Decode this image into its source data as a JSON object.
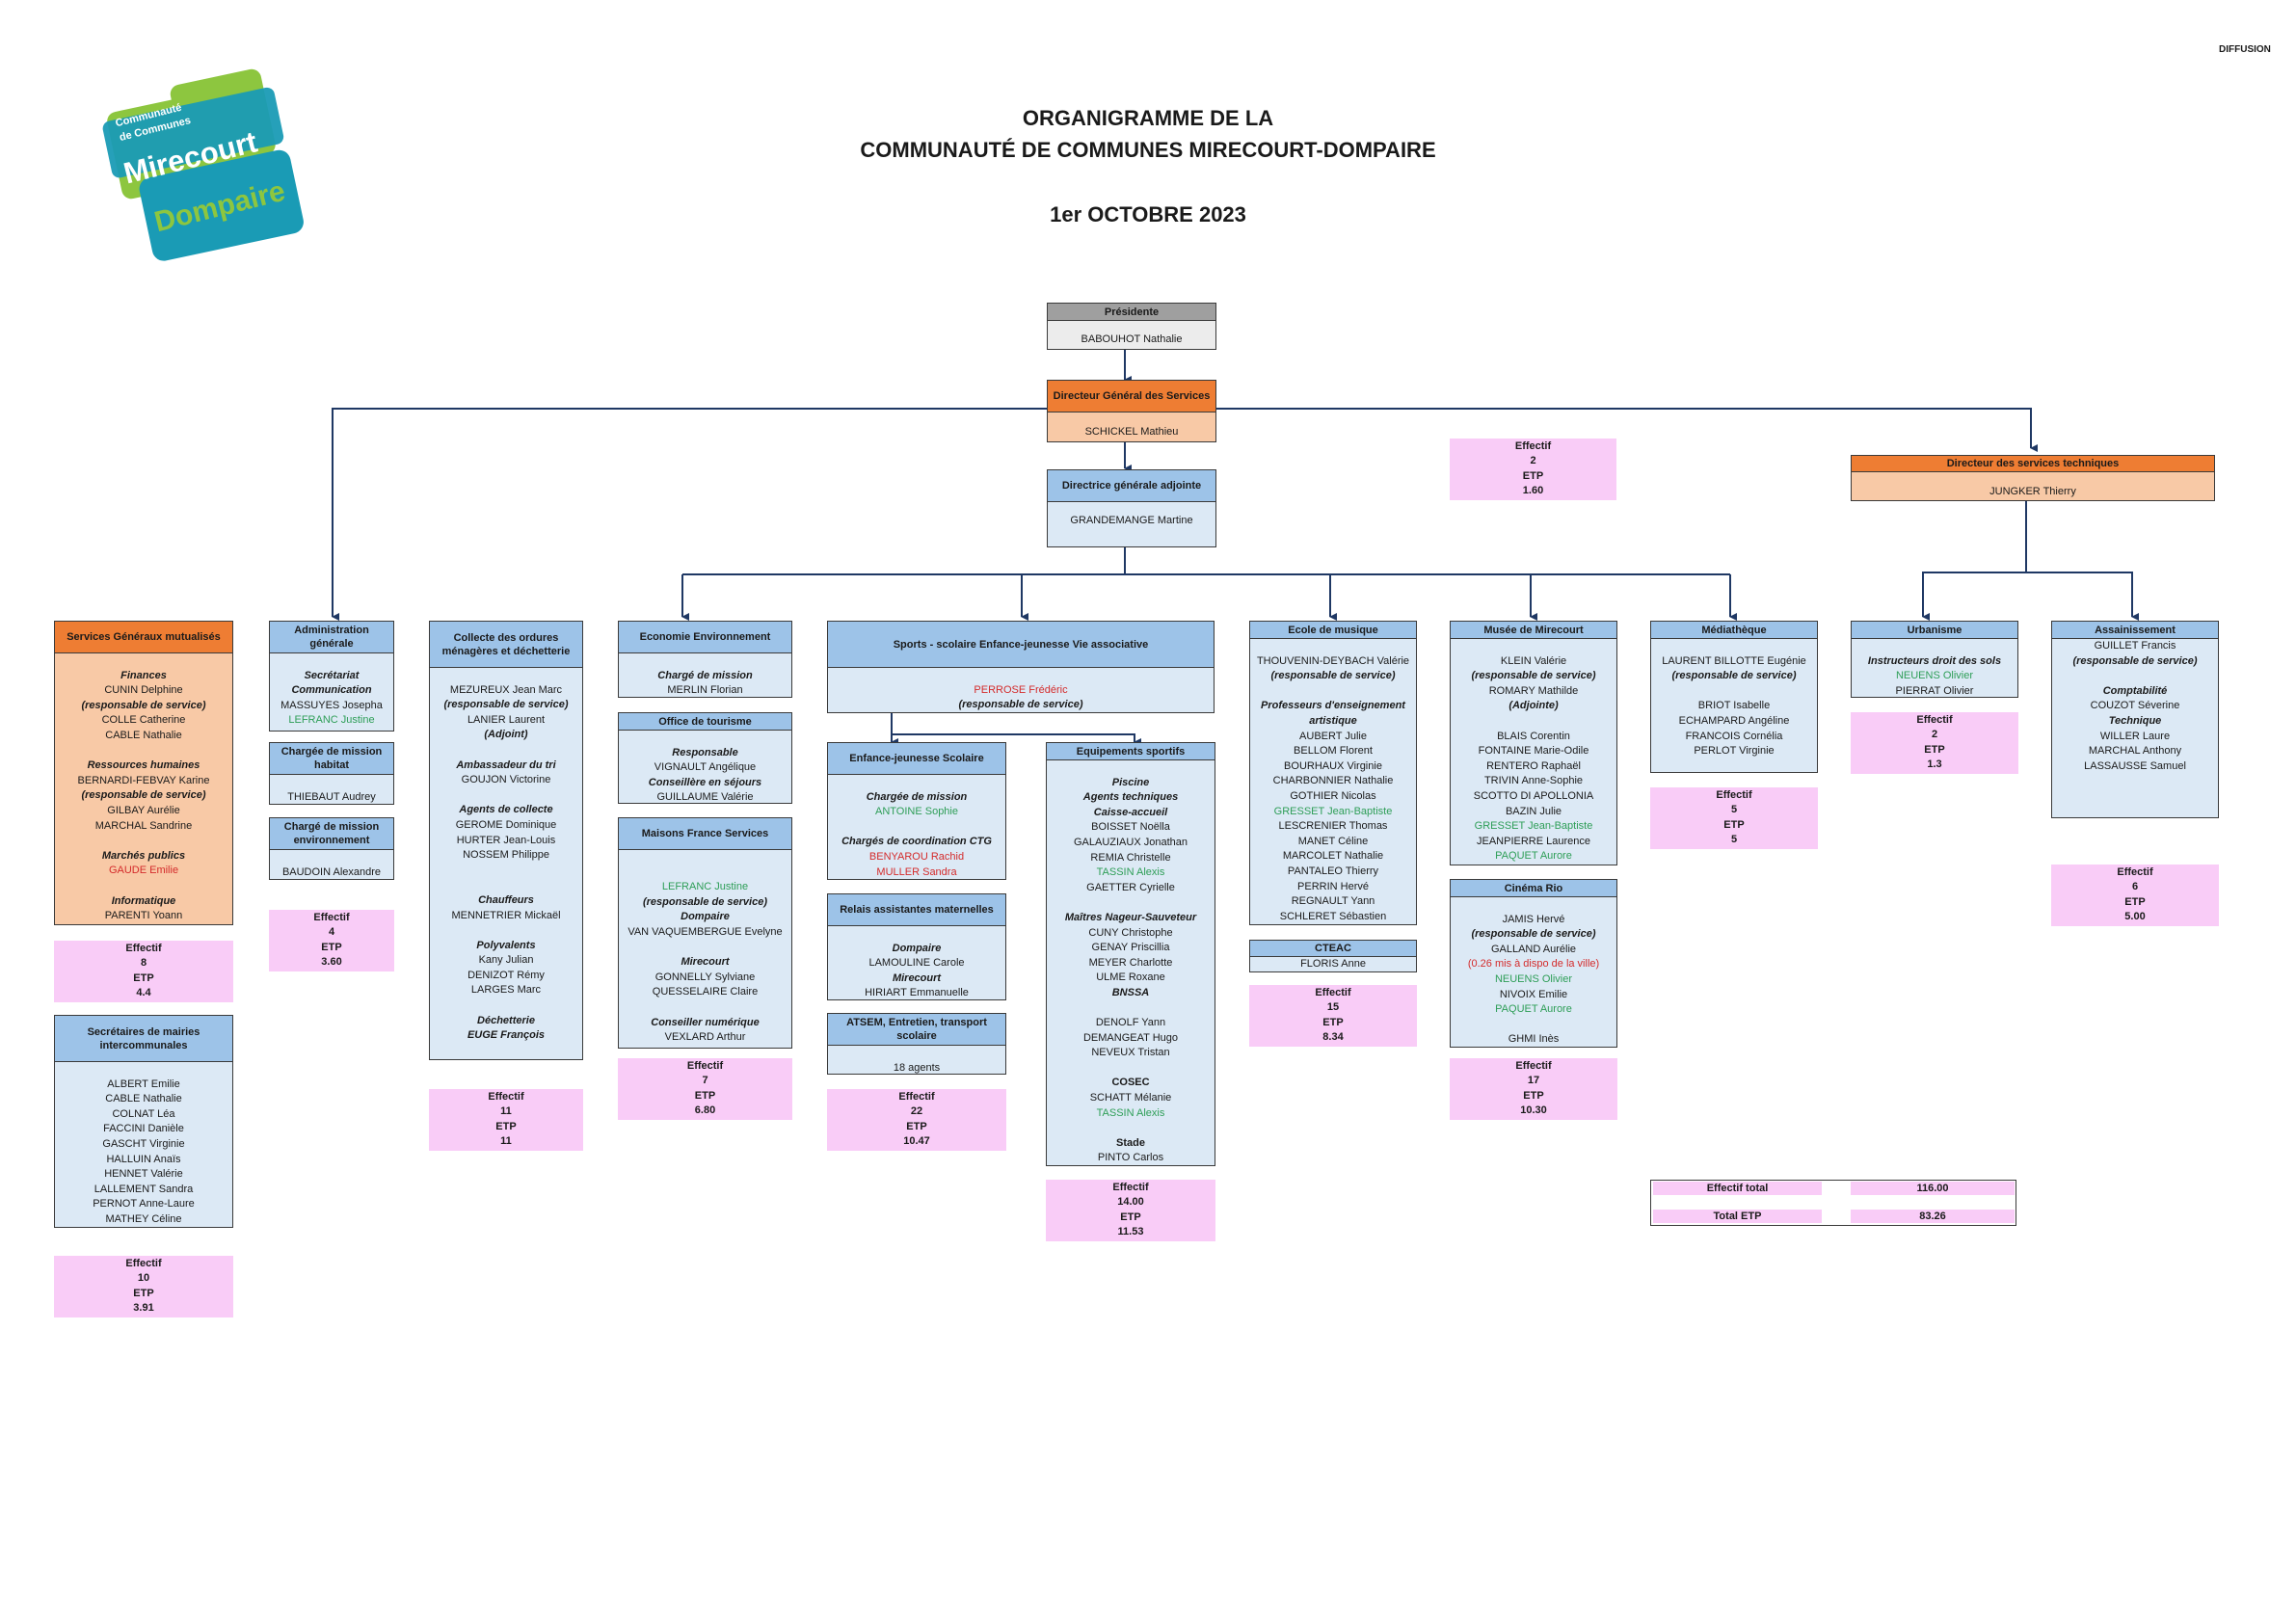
{
  "diffusion": "DIFFUSION",
  "logo": {
    "line1": "Communauté",
    "line2": "de Communes",
    "name1": "Mirecourt",
    "name2": "Dompaire",
    "color_green": "#8dc63f",
    "color_teal": "#1a9bb5"
  },
  "title": {
    "line1": "ORGANIGRAMME DE LA",
    "line2": "COMMUNAUTÉ DE COMMUNES MIRECOURT-DOMPAIRE",
    "date": "1er OCTOBRE 2023"
  },
  "presidente": {
    "title": "Présidente",
    "name": "BABOUHOT Nathalie"
  },
  "dgs": {
    "title": "Directeur Général des Services",
    "name": "SCHICKEL Mathieu"
  },
  "dga": {
    "title": "Directrice générale adjointe",
    "name": "GRANDEMANGE Martine"
  },
  "dga_effectif": {
    "l1": "Effectif",
    "l2": "2",
    "l3": "ETP",
    "l4": "1.60"
  },
  "dst": {
    "title": "Directeur des services techniques",
    "name": "JUNGKER Thierry"
  },
  "sg": {
    "title": "Services Généraux mutualisés",
    "lines": [
      "",
      "Finances",
      "CUNIN Delphine",
      "(responsable de service)",
      "COLLE Catherine",
      "CABLE Nathalie",
      "",
      "Ressources humaines",
      "BERNARDI-FEBVAY Karine",
      "(responsable de service)",
      "GILBAY Aurélie",
      "MARCHAL Sandrine",
      "",
      "Marchés publics",
      "GAUDE Emilie",
      "",
      "Informatique",
      "PARENTI Yoann"
    ]
  },
  "sg_eff": {
    "l1": "Effectif",
    "l2": "8",
    "l3": "ETP",
    "l4": "4.4"
  },
  "secr": {
    "title": "Secrétaires de mairies intercommunales",
    "lines": [
      "",
      "ALBERT Emilie",
      "CABLE Nathalie",
      "COLNAT Léa",
      "FACCINI Danièle",
      "GASCHT Virginie",
      "HALLUIN Anaïs",
      "HENNET Valérie",
      "LALLEMENT Sandra",
      "PERNOT Anne-Laure",
      "MATHEY Céline"
    ]
  },
  "secr_eff": {
    "l1": "Effectif",
    "l2": "10",
    "l3": "ETP",
    "l4": "3.91"
  },
  "admin": {
    "title": "Administration générale",
    "lines": [
      "",
      "Secrétariat",
      "Communication",
      "MASSUYES Josepha",
      "LEFRANC Justine"
    ]
  },
  "habitat": {
    "title": "Chargée de mission habitat",
    "lines": [
      "",
      "THIEBAUT Audrey"
    ]
  },
  "env": {
    "title": "Chargé de mission environnement",
    "lines": [
      "",
      "BAUDOIN Alexandre"
    ]
  },
  "admin_eff": {
    "l1": "Effectif",
    "l2": "4",
    "l3": "ETP",
    "l4": "3.60"
  },
  "collecte": {
    "title": "Collecte des ordures ménagères et déchetterie",
    "lines": [
      "",
      "MEZUREUX Jean Marc",
      "(responsable de service)",
      "LANIER Laurent",
      "(Adjoint)",
      "",
      "Ambassadeur du tri",
      "GOUJON Victorine",
      "",
      "Agents de collecte",
      "GEROME Dominique",
      "HURTER Jean-Louis",
      "NOSSEM Philippe",
      "",
      "",
      "Chauffeurs",
      "MENNETRIER Mickaël",
      "",
      "Polyvalents",
      "Kany Julian",
      "DENIZOT Rémy",
      "LARGES Marc",
      "",
      "Déchetterie",
      "EUGE François"
    ]
  },
  "collecte_eff": {
    "l1": "Effectif",
    "l2": "11",
    "l3": "ETP",
    "l4": "11"
  },
  "eco": {
    "title": "Economie Environnement",
    "lines": [
      "",
      "Chargé de mission",
      "MERLIN Florian"
    ]
  },
  "tourisme": {
    "title": "Office de tourisme",
    "lines": [
      "",
      "Responsable",
      "VIGNAULT Angélique",
      "Conseillère en séjours",
      "GUILLAUME Valérie"
    ]
  },
  "mfs": {
    "title": "Maisons France Services",
    "lines": [
      "",
      "",
      "LEFRANC Justine",
      "(responsable de service)",
      "Dompaire",
      "VAN VAQUEMBERGUE Evelyne",
      "",
      "Mirecourt",
      "GONNELLY Sylviane",
      "QUESSELAIRE Claire",
      "",
      "Conseiller numérique",
      "VEXLARD Arthur"
    ]
  },
  "eco_eff": {
    "l1": "Effectif",
    "l2": "7",
    "l3": "ETP",
    "l4": "6.80"
  },
  "sports": {
    "title": "Sports - scolaire Enfance-jeunesse Vie associative",
    "lines": [
      "",
      "PERROSE Frédéric",
      "(responsable de service)"
    ]
  },
  "enfance": {
    "title": "Enfance-jeunesse Scolaire",
    "lines": [
      "",
      "Chargée de mission",
      "ANTOINE Sophie",
      "",
      "Chargés de coordination CTG",
      "BENYAROU Rachid",
      "MULLER Sandra"
    ]
  },
  "ram": {
    "title": "Relais assistantes maternelles",
    "lines": [
      "",
      "Dompaire",
      "LAMOULINE Carole",
      "Mirecourt",
      "HIRIART Emmanuelle"
    ]
  },
  "atsem": {
    "title": "ATSEM, Entretien, transport scolaire",
    "lines": [
      "",
      "18 agents"
    ]
  },
  "sports_eff": {
    "l1": "Effectif",
    "l2": "22",
    "l3": "ETP",
    "l4": "10.47"
  },
  "equip": {
    "title": "Equipements sportifs",
    "lines": [
      "",
      "Piscine",
      "Agents techniques",
      "Caisse-accueil",
      "BOISSET Noëlla",
      "GALAUZIAUX Jonathan",
      "REMIA Christelle",
      "TASSIN Alexis",
      "GAETTER Cyrielle",
      "",
      "Maîtres Nageur-Sauveteur",
      "CUNY Christophe",
      "GENAY Priscillia",
      "MEYER Charlotte",
      "ULME Roxane",
      "BNSSA",
      "",
      "DENOLF Yann",
      "DEMANGEAT Hugo",
      "NEVEUX Tristan",
      "",
      "COSEC",
      "SCHATT Mélanie",
      "TASSIN Alexis",
      "",
      "Stade",
      "PINTO Carlos"
    ]
  },
  "equip_eff": {
    "l1": "Effectif",
    "l2": "14.00",
    "l3": "ETP",
    "l4": "11.53"
  },
  "musique": {
    "title": "Ecole de musique",
    "lines": [
      "",
      "THOUVENIN-DEYBACH Valérie",
      "(responsable de service)",
      "",
      "Professeurs d'enseignement",
      "artistique",
      "AUBERT Julie",
      "BELLOM Florent",
      "BOURHAUX Virginie",
      "CHARBONNIER Nathalie",
      "GOTHIER Nicolas",
      "GRESSET Jean-Baptiste",
      "LESCRENIER Thomas",
      "MANET Céline",
      "MARCOLET Nathalie",
      "PANTALEO Thierry",
      "PERRIN Hervé",
      "REGNAULT Yann",
      "SCHLERET Sébastien"
    ]
  },
  "cteac": {
    "title": "CTEAC",
    "lines": [
      "FLORIS Anne"
    ]
  },
  "musique_eff": {
    "l1": "Effectif",
    "l2": "15",
    "l3": "ETP",
    "l4": "8.34"
  },
  "musee": {
    "title": "Musée de Mirecourt",
    "lines": [
      "",
      "KLEIN Valérie",
      "(responsable de service)",
      "ROMARY Mathilde",
      "(Adjointe)",
      "",
      "BLAIS Corentin",
      "FONTAINE Marie-Odile",
      "RENTERO Raphaël",
      "TRIVIN Anne-Sophie",
      "SCOTTO DI APOLLONIA",
      "BAZIN Julie",
      "GRESSET Jean-Baptiste",
      "JEANPIERRE Laurence",
      "PAQUET Aurore"
    ]
  },
  "cinema": {
    "title": "Cinéma Rio",
    "lines": [
      "",
      "JAMIS Hervé",
      "(responsable de service)",
      "GALLAND Aurélie",
      "(0.26 mis à dispo de la ville)",
      "NEUENS Olivier",
      "NIVOIX Emilie",
      "PAQUET Aurore",
      "",
      "GHMI Inès"
    ]
  },
  "musee_eff": {
    "l1": "Effectif",
    "l2": "17",
    "l3": "ETP",
    "l4": "10.30"
  },
  "media": {
    "title": "Médiathèque",
    "lines": [
      "",
      "LAURENT BILLOTTE Eugénie",
      "(responsable de service)",
      "",
      "BRIOT Isabelle",
      "ECHAMPARD Angéline",
      "FRANCOIS Cornélia",
      "PERLOT Virginie"
    ]
  },
  "media_eff": {
    "l1": "Effectif",
    "l2": "5",
    "l3": "ETP",
    "l4": "5"
  },
  "totals": {
    "eff_label": "Effectif total",
    "eff_value": "116.00",
    "etp_label": "Total ETP",
    "etp_value": "83.26"
  },
  "urba": {
    "title": "Urbanisme",
    "lines": [
      "",
      "Instructeurs droit des sols",
      "NEUENS Olivier",
      "PIERRAT Olivier"
    ]
  },
  "urba_eff": {
    "l1": "Effectif",
    "l2": "2",
    "l3": "ETP",
    "l4": "1.3"
  },
  "assain": {
    "title": "Assainissement",
    "lines": [
      "GUILLET Francis",
      "(responsable de service)",
      "",
      "Comptabilité",
      "COUZOT Séverine",
      "Technique",
      "WILLER Laure",
      "MARCHAL Anthony",
      "LASSAUSSE Samuel"
    ]
  },
  "assain_eff": {
    "l1": "Effectif",
    "l2": "6",
    "l3": "ETP",
    "l4": "5.00"
  }
}
